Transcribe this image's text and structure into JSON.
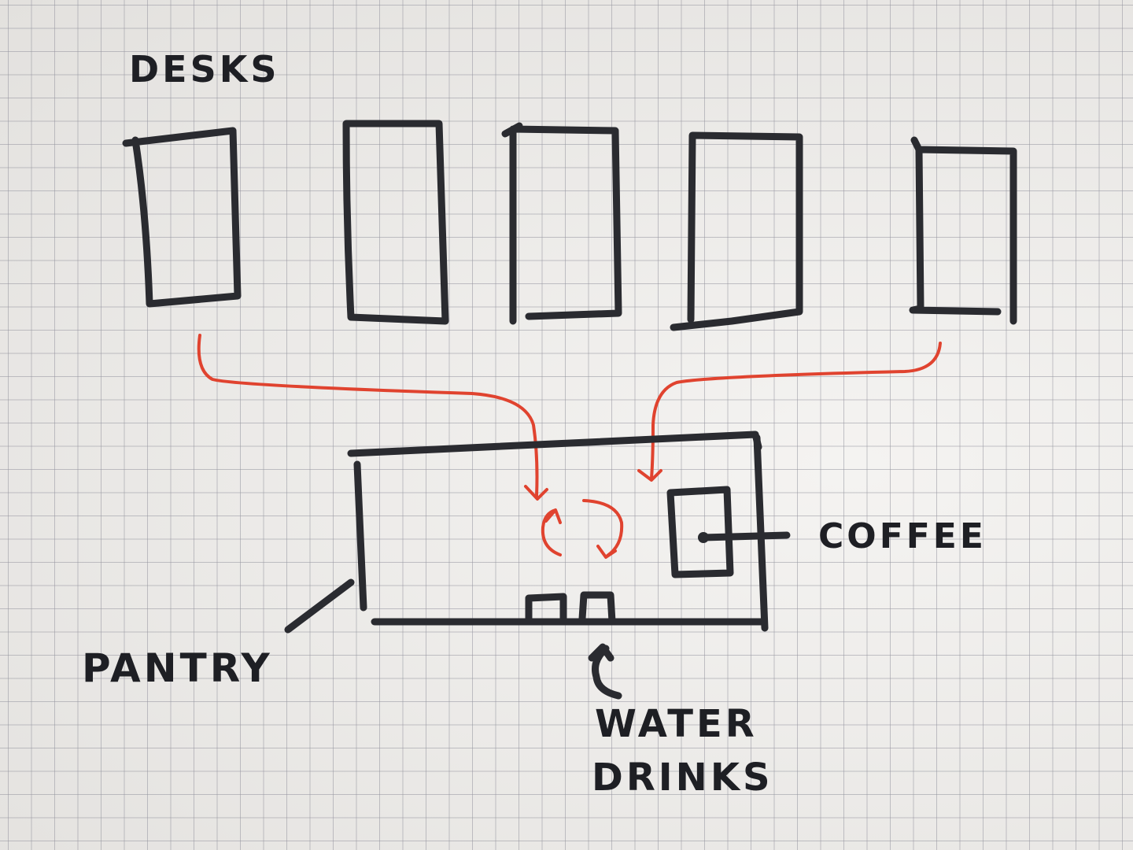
{
  "labels": {
    "desks": "DESKS",
    "coffee": "COFFEE",
    "pantry": "PANTRY",
    "water": "WATER",
    "drinks": "DRINKS"
  },
  "colors": {
    "ink": "#2a2b30",
    "red_marker": "#e0432f",
    "paper": "#efedea",
    "grid": "#9696a0"
  },
  "desk_count": 5
}
